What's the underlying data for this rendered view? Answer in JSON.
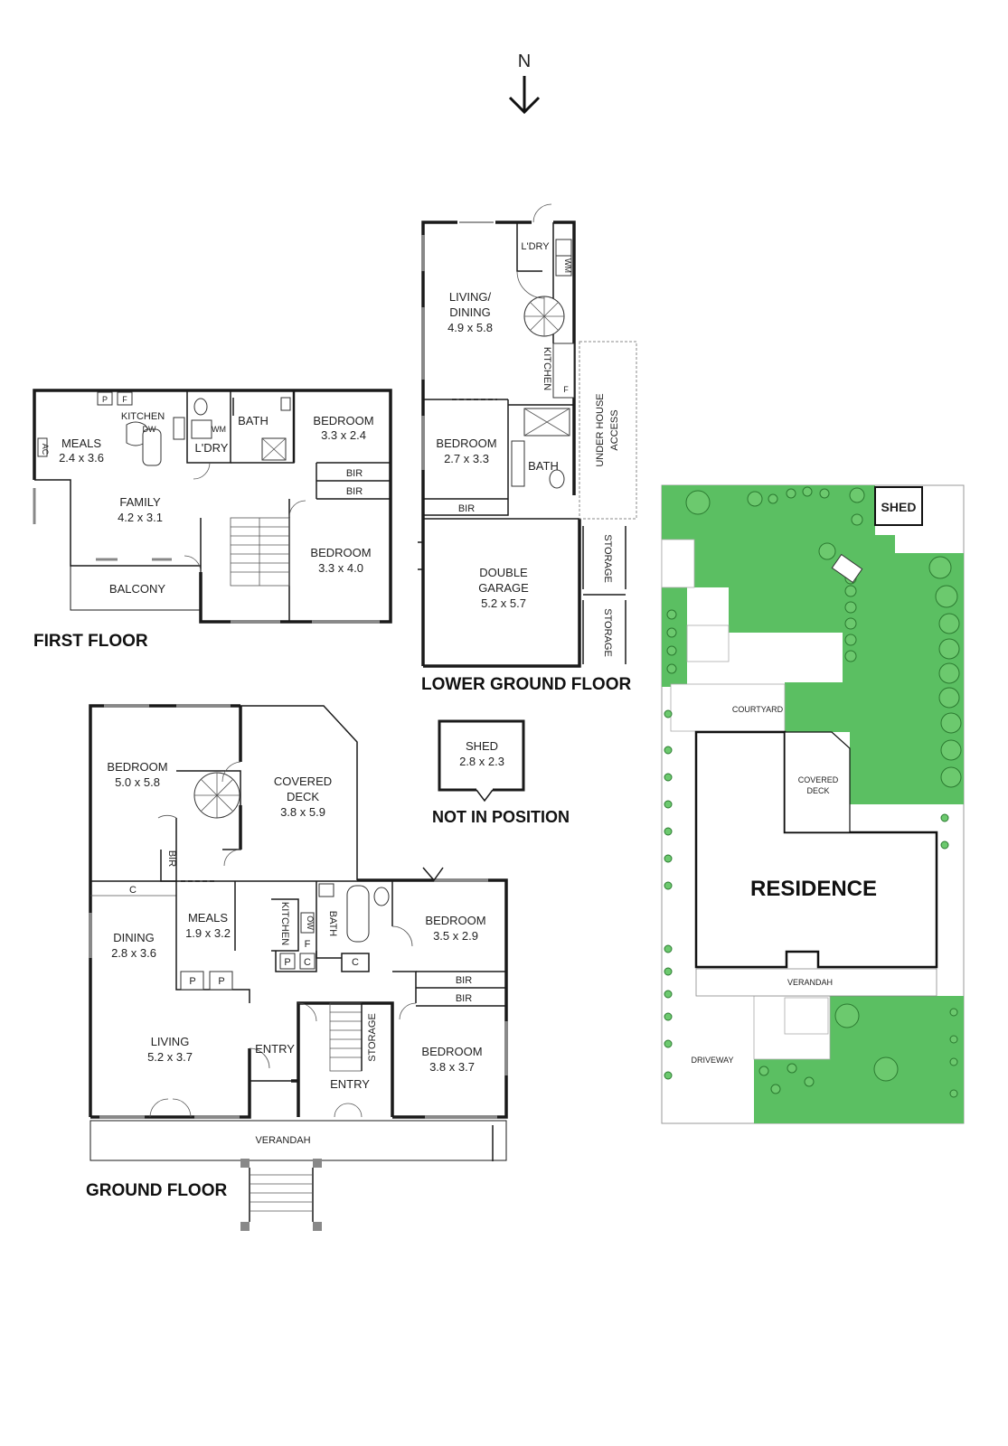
{
  "compass": {
    "label": "N"
  },
  "first_floor": {
    "title": "FIRST FLOOR",
    "rooms": {
      "meals": {
        "name": "MEALS",
        "dims": "2.4 x 3.6"
      },
      "kitchen": {
        "name": "KITCHEN"
      },
      "dw": "DW",
      "p": "P",
      "f": "F",
      "ac": "AC",
      "bath": {
        "name": "BATH"
      },
      "wm": "WM",
      "ldry": {
        "name": "L'DRY"
      },
      "bedroom1": {
        "name": "BEDROOM",
        "dims": "3.3 x 2.4"
      },
      "bir1": "BIR",
      "bir2": "BIR",
      "family": {
        "name": "FAMILY",
        "dims": "4.2 x 3.1"
      },
      "bedroom2": {
        "name": "BEDROOM",
        "dims": "3.3 x 4.0"
      },
      "balcony": {
        "name": "BALCONY"
      }
    }
  },
  "lower_ground_floor": {
    "title": "LOWER GROUND FLOOR",
    "rooms": {
      "ldry": {
        "name": "L'DRY"
      },
      "wm": "WM",
      "living_dining": {
        "name": "LIVING/",
        "name2": "DINING",
        "dims": "4.9 x 5.8"
      },
      "kitchen": {
        "name": "KITCHEN"
      },
      "f": "F",
      "under_house": {
        "name": "UNDER HOUSE",
        "name2": "ACCESS"
      },
      "bedroom": {
        "name": "BEDROOM",
        "dims": "2.7 x 3.3"
      },
      "bath": {
        "name": "BATH"
      },
      "bir": "BIR",
      "garage": {
        "name": "DOUBLE",
        "name2": "GARAGE",
        "dims": "5.2 x 5.7"
      },
      "storage1": "STORAGE",
      "storage2": "STORAGE"
    }
  },
  "shed_inset": {
    "name": "SHED",
    "dims": "2.8 x 2.3",
    "note": "NOT IN POSITION"
  },
  "ground_floor": {
    "title": "GROUND FLOOR",
    "rooms": {
      "bedroom1": {
        "name": "BEDROOM",
        "dims": "5.0 x 5.8"
      },
      "covered_deck": {
        "name": "COVERED",
        "name2": "DECK",
        "dims": "3.8 x 5.9"
      },
      "bir1": "BIR",
      "c1": "C",
      "meals": {
        "name": "MEALS",
        "dims": "1.9 x 3.2"
      },
      "kitchen": {
        "name": "KITCHEN"
      },
      "ow": "OW",
      "f": "F",
      "p1": "P",
      "c2": "C",
      "bath": {
        "name": "BATH"
      },
      "c3": "C",
      "bedroom2": {
        "name": "BEDROOM",
        "dims": "3.5 x 2.9"
      },
      "bir2": "BIR",
      "bir3": "BIR",
      "dining": {
        "name": "DINING",
        "dims": "2.8 x 3.6"
      },
      "p2": "P",
      "p3": "P",
      "living": {
        "name": "LIVING",
        "dims": "5.2 x 3.7"
      },
      "entry1": {
        "name": "ENTRY"
      },
      "storage": "STORAGE",
      "entry2": {
        "name": "ENTRY"
      },
      "bedroom3": {
        "name": "BEDROOM",
        "dims": "3.8 x 3.7"
      },
      "verandah": {
        "name": "VERANDAH"
      }
    }
  },
  "site_plan": {
    "shed": "SHED",
    "courtyard": "COURTYARD",
    "covered_deck": {
      "name": "COVERED",
      "name2": "DECK"
    },
    "residence": "RESIDENCE",
    "verandah": "VERANDAH",
    "driveway": "DRIVEWAY",
    "colors": {
      "lawn": "#5bbf62",
      "tree": "#6cc96e"
    }
  }
}
